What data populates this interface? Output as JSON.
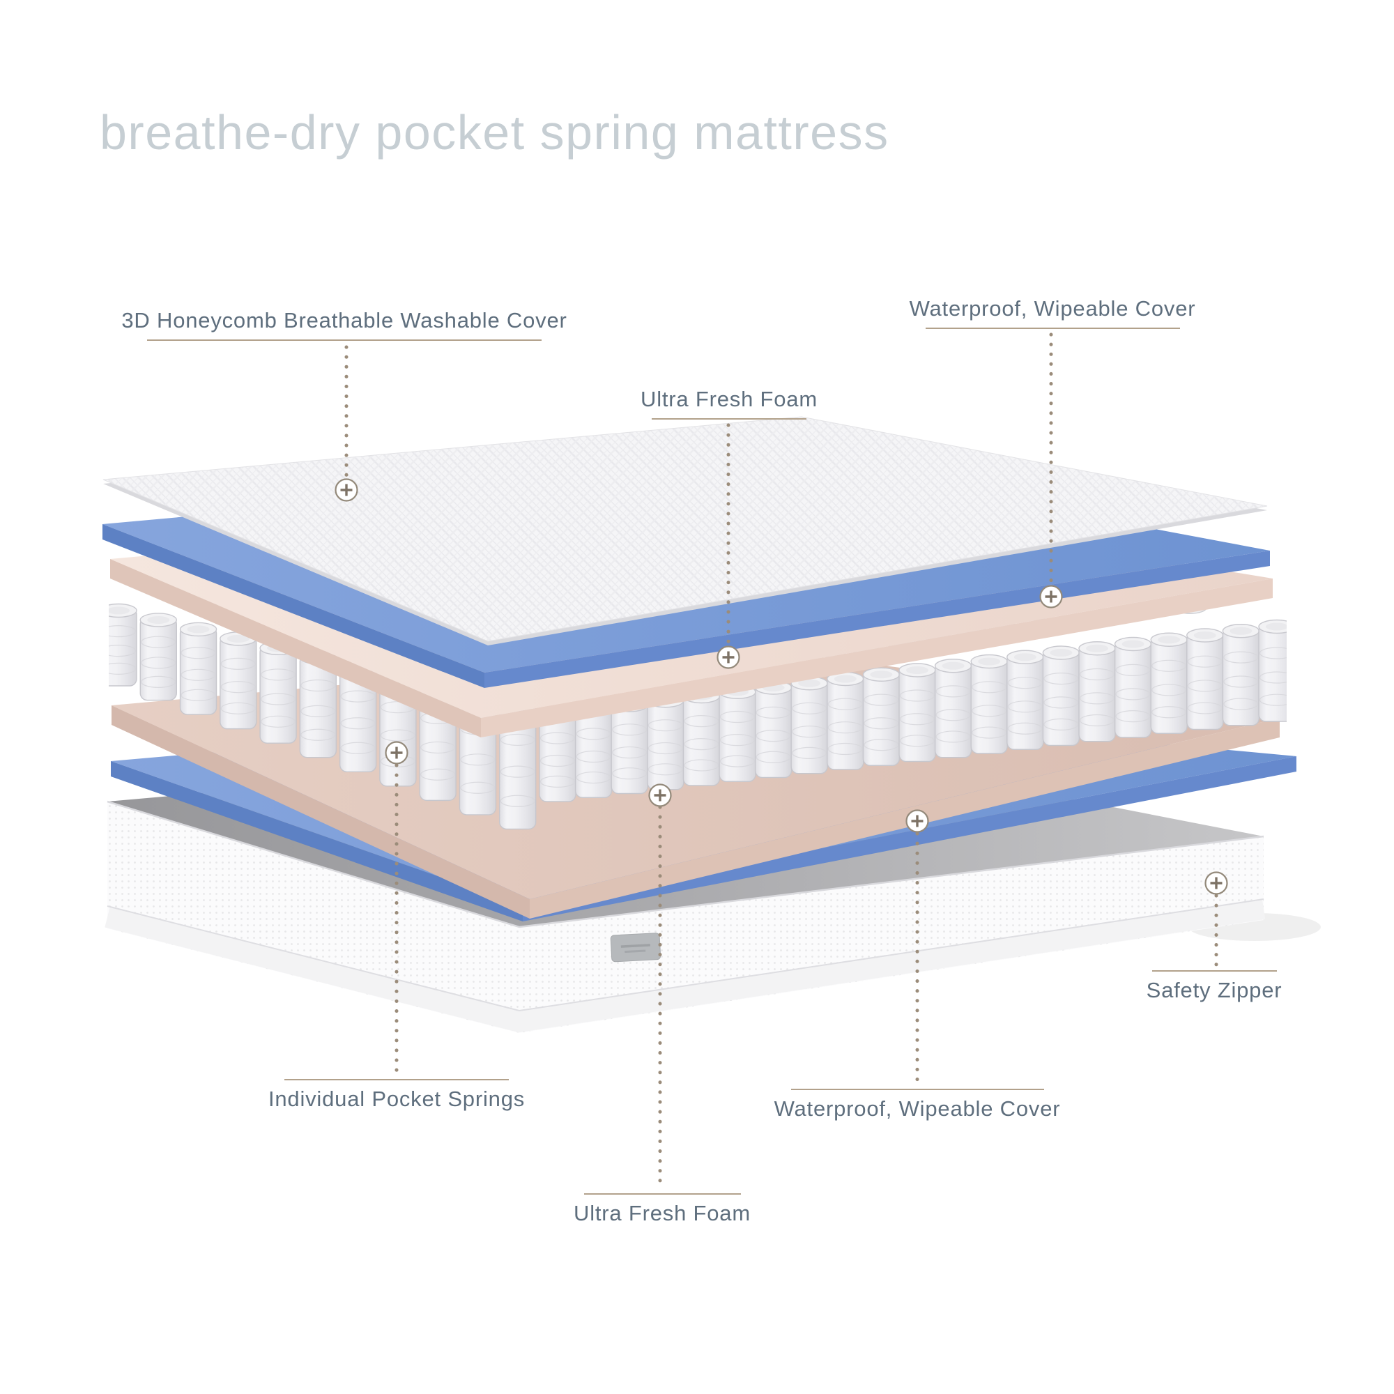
{
  "page": {
    "title": "breathe-dry pocket spring mattress"
  },
  "callouts": [
    {
      "id": "honeycomb-cover",
      "text": "3D Honeycomb Breathable Washable Cover"
    },
    {
      "id": "waterproof-top",
      "text": "Waterproof, Wipeable Cover"
    },
    {
      "id": "fresh-foam-top",
      "text": "Ultra Fresh Foam"
    },
    {
      "id": "pocket-springs",
      "text": "Individual Pocket Springs"
    },
    {
      "id": "fresh-foam-bottom",
      "text": "Ultra Fresh Foam"
    },
    {
      "id": "waterproof-bottom",
      "text": "Waterproof, Wipeable Cover"
    },
    {
      "id": "safety-zipper",
      "text": "Safety Zipper"
    }
  ],
  "hotspot_glyph": "+",
  "colors": {
    "background": "#ffffff",
    "title_text": "#c6ced3",
    "label_text": "#5e6e7d",
    "leader_rule": "#b2a18b",
    "leader_dots": "#9b8c7a",
    "layer_blue": "#7b9cd9",
    "layer_foam_pink": "#eed9cf",
    "springs_gray": "#ededf0",
    "base_top_gray": "#a9a9ac",
    "base_fabric": "#fbfbfc"
  }
}
